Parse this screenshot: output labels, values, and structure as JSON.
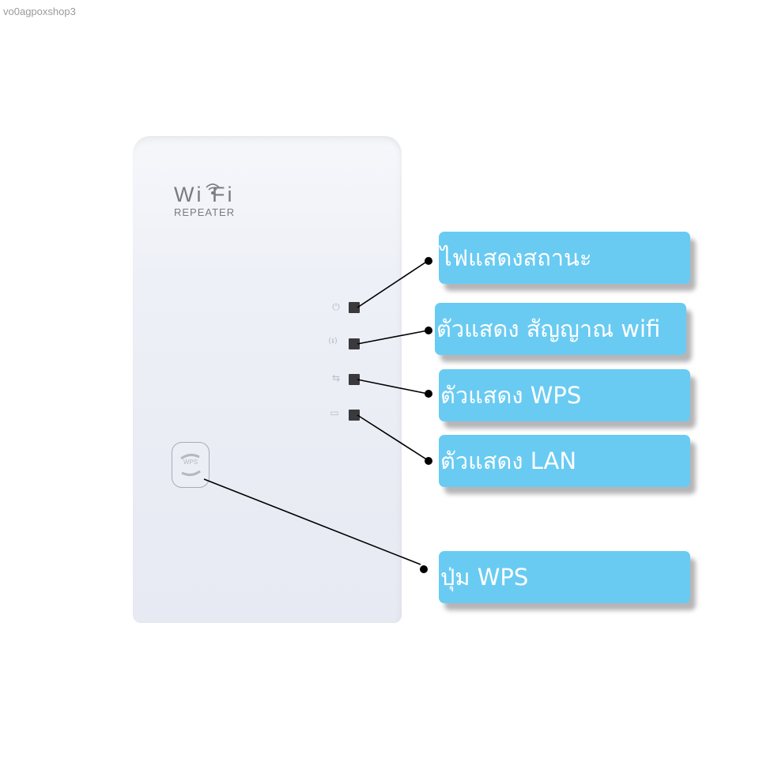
{
  "watermark": "vo0agpoxshop3",
  "device": {
    "logo_wifi": "Wi  Fi",
    "logo_sub": "REPEATER",
    "wps_button_label": "WPS",
    "indicators": [
      {
        "icon": "power-icon",
        "glyph": "⏻"
      },
      {
        "icon": "antenna-signal-icon",
        "glyph": "(ᵻ)"
      },
      {
        "icon": "wps-arrows-icon",
        "glyph": "⇆"
      },
      {
        "icon": "lan-port-icon",
        "glyph": "▭"
      }
    ]
  },
  "callouts": [
    {
      "label": "ไฟแสดงสถานะ"
    },
    {
      "label": "ตัวแสดง สัญญาณ wifi"
    },
    {
      "label": "ตัวแสดง WPS"
    },
    {
      "label": "ตัวแสดง LAN"
    },
    {
      "label": "ปุ่ม WPS"
    }
  ],
  "colors": {
    "callout_bg": "#69cbf2",
    "callout_text": "#ffffff",
    "led": "#3a3a3d"
  }
}
